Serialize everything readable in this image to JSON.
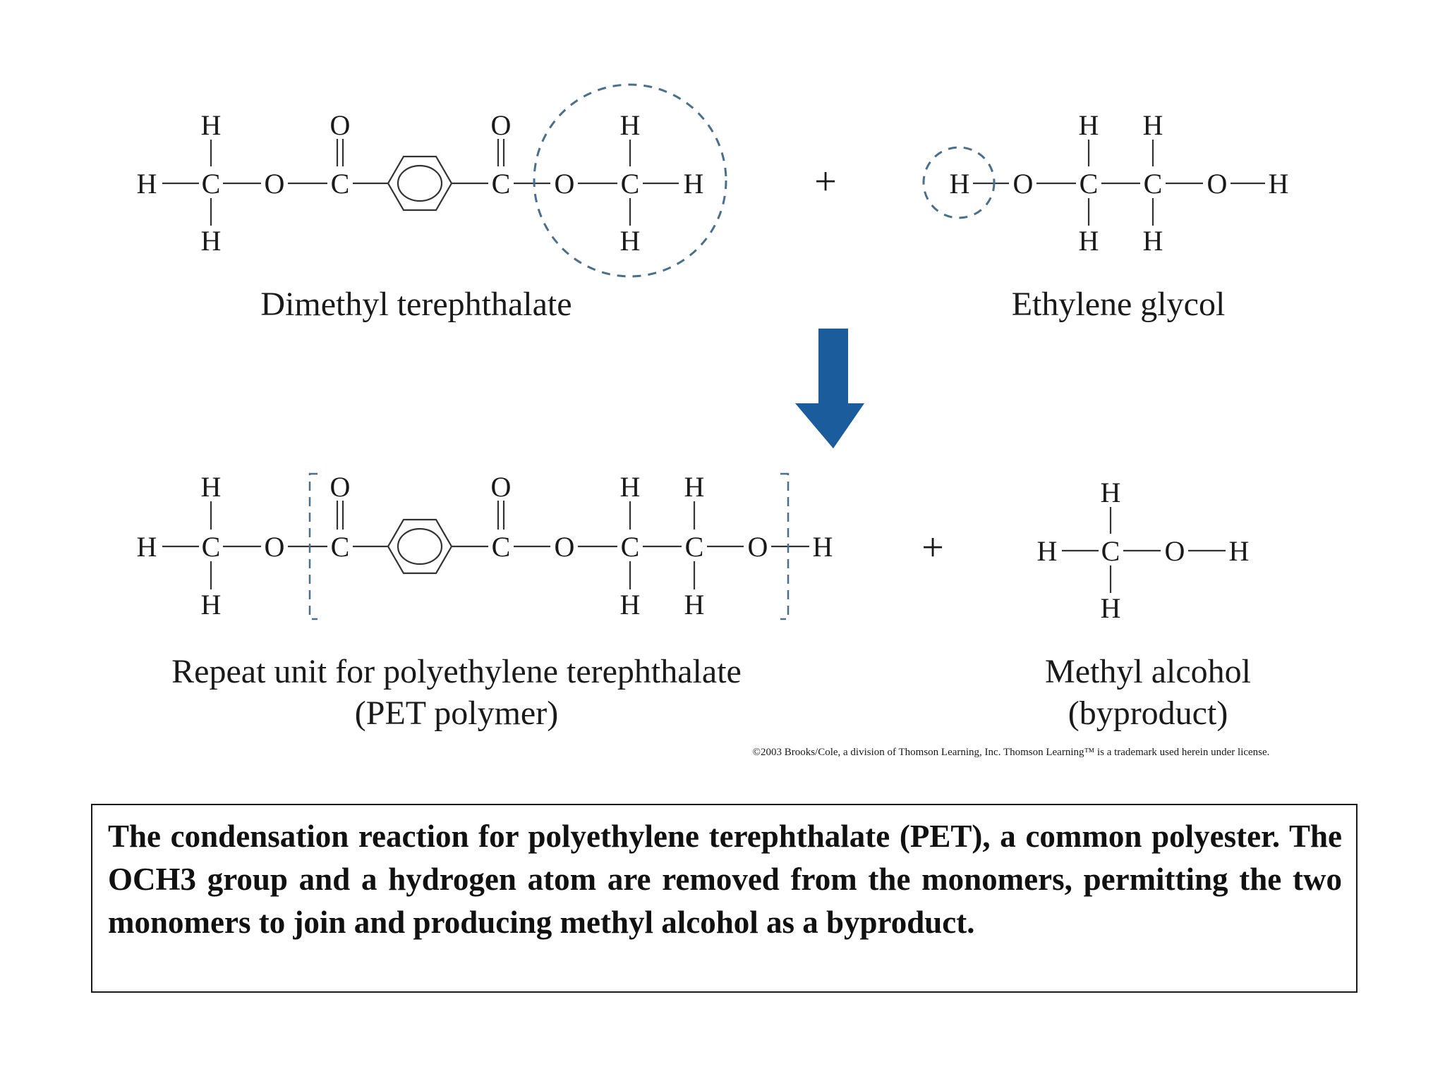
{
  "molecules": {
    "dimethyl_terephthalate": {
      "label": "Dimethyl terephthalate",
      "atoms": {
        "h_left": "H",
        "h_top": "H",
        "c1": "C",
        "h_bottom": "H",
        "o1": "O",
        "o_carbonyl_1": "O",
        "c2": "C",
        "c3": "C",
        "o_carbonyl_2": "O",
        "o2": "O",
        "c4": "C",
        "h_top_r": "H",
        "h_bottom_r": "H",
        "h_right": "H"
      }
    },
    "ethylene_glycol": {
      "label": "Ethylene glycol",
      "atoms": {
        "h_left": "H",
        "o1": "O",
        "c1": "C",
        "c2": "C",
        "o2": "O",
        "h_right": "H",
        "h_top_1": "H",
        "h_top_2": "H",
        "h_bottom_1": "H",
        "h_bottom_2": "H"
      }
    },
    "pet_repeat_unit": {
      "label_line1": "Repeat unit for polyethylene terephthalate",
      "label_line2": "(PET polymer)",
      "atoms": {
        "h_left": "H",
        "h_top": "H",
        "c1": "C",
        "h_bottom": "H",
        "o1": "O",
        "o_carbonyl_1": "O",
        "c2": "C",
        "c3": "C",
        "o_carbonyl_2": "O",
        "o2": "O",
        "c4": "C",
        "c5": "C",
        "o3": "O",
        "h_right": "H",
        "h_top_c4": "H",
        "h_top_c5": "H",
        "h_bottom_c4": "H",
        "h_bottom_c5": "H"
      }
    },
    "methyl_alcohol": {
      "label_line1": "Methyl alcohol",
      "label_line2": "(byproduct)",
      "atoms": {
        "h_left": "H",
        "c": "C",
        "o": "O",
        "h_right": "H",
        "h_top": "H",
        "h_bottom": "H"
      }
    }
  },
  "operators": {
    "plus_top": "+",
    "plus_bottom": "+"
  },
  "copyright": "©2003 Brooks/Cole, a division of Thomson Learning, Inc.  Thomson Learning™ is a trademark used herein under license.",
  "caption": "The condensation reaction for polyethylene terephthalate (PET), a common polyester. The OCH3 group and a hydrogen atom are removed from the monomers, permitting the two monomers to join and producing methyl alcohol as a byproduct.",
  "colors": {
    "arrow": "#1a5c9c",
    "dashed_circle": "#4a6f8a",
    "text": "#1a1a1a"
  }
}
